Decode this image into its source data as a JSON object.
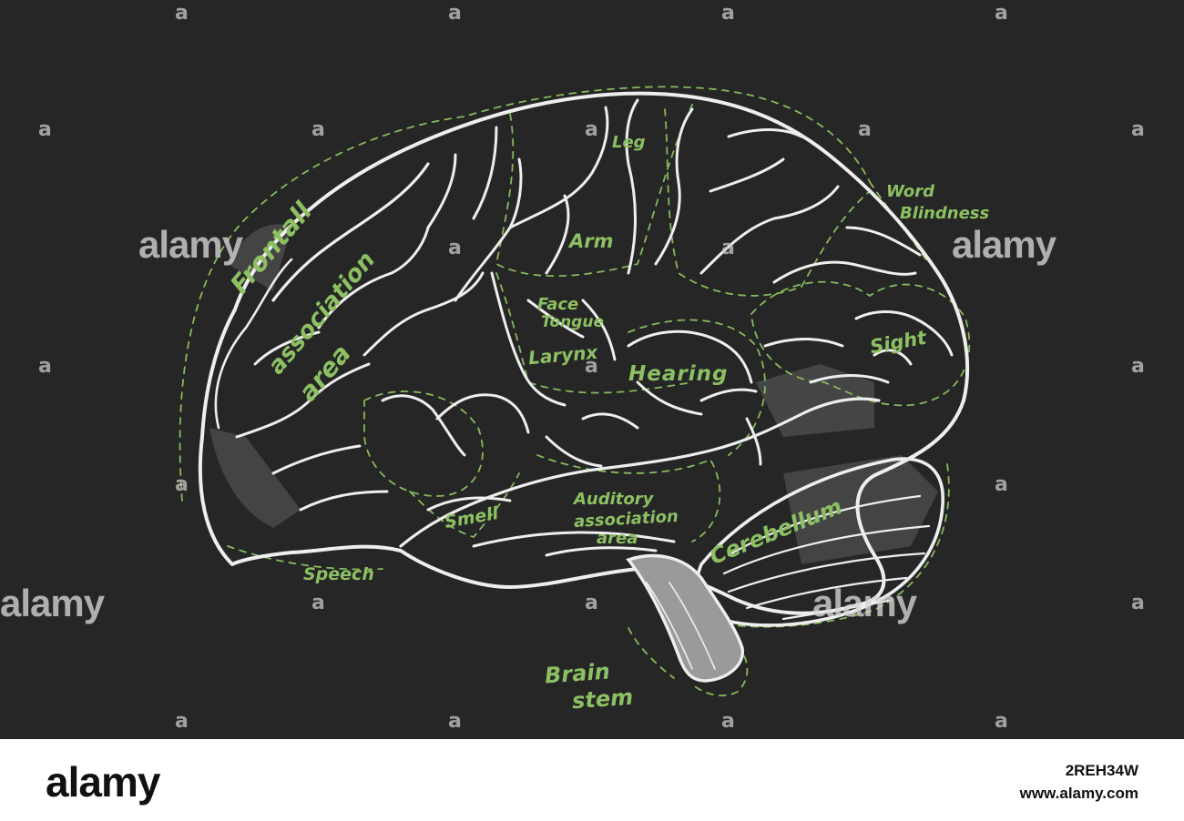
{
  "diagram": {
    "labels": {
      "leg": "Leg",
      "word_blindness": [
        "Word",
        "Blindness"
      ],
      "arm": "Arm",
      "frontal": "Frontall",
      "association": "association",
      "area_frontal": "area",
      "face": "Face",
      "tongue": "Tongue",
      "larynx": "Larynx",
      "hearing": "Hearing",
      "sight": "Sight",
      "smell": "Smell",
      "auditory_association_area": [
        "Auditory",
        "association",
        "area"
      ],
      "cerebellum": "Cerebellum",
      "speech": "Speech",
      "brain_stem": [
        "Brain",
        "stem"
      ]
    },
    "colors": {
      "background": "#262626",
      "chalk": "#eeeeee",
      "label_green": "#8cc063"
    }
  },
  "watermark": {
    "icon": "a",
    "text": "alamy"
  },
  "footer": {
    "logo": "alamy",
    "image_id": "2REH34W",
    "url": "www.alamy.com"
  }
}
